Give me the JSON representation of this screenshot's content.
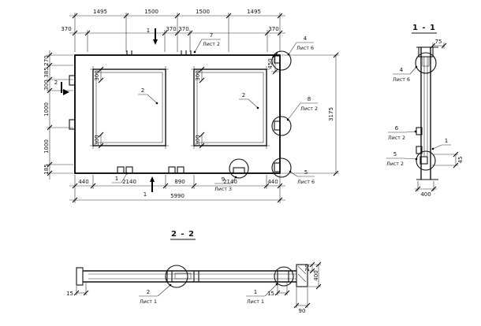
{
  "plan": {
    "dims_top": [
      "1495",
      "1500",
      "1500",
      "1495"
    ],
    "dims_offset": [
      "370",
      "370",
      "370",
      "370"
    ],
    "dims_left": [
      "270",
      "385",
      "300",
      "1000",
      "1000",
      "185"
    ],
    "dims_bottom": [
      "440",
      "2140",
      "890",
      "2140",
      "440"
    ],
    "dim_overall_length": "5990",
    "dim_overall_height": "3175",
    "dim_450": "450",
    "dims_opening": [
      "300",
      "300",
      "300",
      "300"
    ],
    "marker_bar_left": "2",
    "marker_bar_right": "2",
    "marker_detail1": "1",
    "sec1": "1",
    "sec2": "2",
    "callouts": {
      "c7": {
        "num": "7",
        "ref": "Лист 2"
      },
      "c4": {
        "num": "4",
        "ref": "Лист 6"
      },
      "c8": {
        "num": "8",
        "ref": "Лист 2"
      },
      "c5": {
        "num": "5",
        "ref": "Лист 6"
      },
      "c9": {
        "num": "9",
        "ref": "Лист 3"
      }
    }
  },
  "section11": {
    "title": "1 - 1",
    "c4": {
      "num": "4",
      "ref": "Лист 6"
    },
    "c6": {
      "num": "6",
      "ref": "Лист 2"
    },
    "c5": {
      "num": "5",
      "ref": "Лист 2"
    },
    "marker": "1",
    "dim_top": "75",
    "dim_side": "45",
    "dim_bottom": "400"
  },
  "section22": {
    "title": "2 - 2",
    "left_callout": {
      "num": "2",
      "ref": "Лист 1"
    },
    "right_callout": {
      "num": "1",
      "ref": "Лист 1"
    },
    "dim_15a": "15",
    "dim_15b": "15",
    "dim_20": "20",
    "dim_400": "400",
    "dim_90": "90"
  }
}
